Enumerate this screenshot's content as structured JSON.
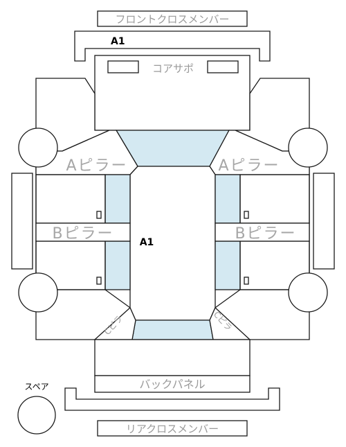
{
  "labels": {
    "front_cross_member": "フロントクロスメンバー",
    "core_support": "コアサポ",
    "a_pillar_left": "Aピラー",
    "a_pillar_right": "Aピラー",
    "b_pillar_left": "Bピラー",
    "b_pillar_right": "Bピラー",
    "c_pillar_left": "Cピラ",
    "c_pillar_right": "Cピラ",
    "back_panel": "バックパネル",
    "rear_cross_member": "リアクロスメンバー",
    "spare": "スペア"
  },
  "grades": {
    "front": "A1",
    "center": "A1"
  },
  "colors": {
    "glass": "#d4e9f2",
    "line": "#1a1a1a",
    "label_gray": "#9a9a9a"
  }
}
